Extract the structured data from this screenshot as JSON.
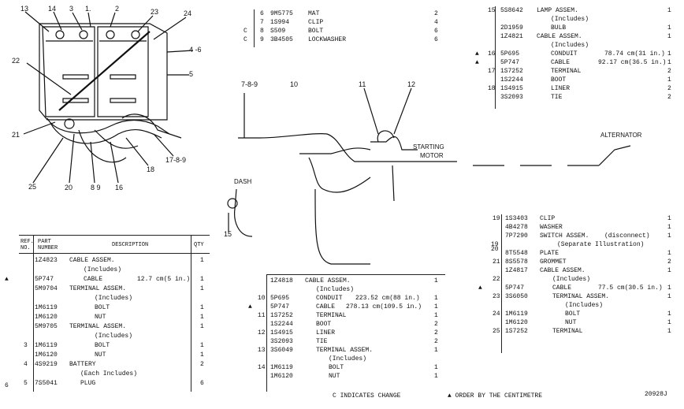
{
  "callouts": {
    "c13": "13",
    "c14": "14",
    "c3": "3",
    "c1": "1.",
    "c2": "2",
    "c23": "23",
    "c24": "24",
    "c4_6": "4 -6",
    "c5": "5",
    "c22": "22",
    "c21": "21",
    "c25": "25",
    "c20": "20",
    "c89": "8 9",
    "c16": "16",
    "c18": "18",
    "c17_8_9": "17-8-9",
    "c7_8_9": "7-8-9",
    "c10": "10",
    "c11": "11",
    "c12": "12",
    "c15": "15",
    "dash": "DASH",
    "starting_motor_1": "STARTING",
    "starting_motor_2": "MOTOR",
    "alternator": "ALTERNATOR"
  },
  "table_top_middle": {
    "rows": [
      {
        "mark": "",
        "ref": "6",
        "part": "9M5775",
        "desc": "MAT",
        "qty": "2"
      },
      {
        "mark": "",
        "ref": "7",
        "part": "1S994",
        "desc": "CLIP",
        "qty": "4"
      },
      {
        "mark": "C",
        "ref": "8",
        "part": "S509",
        "desc": "BOLT",
        "qty": "6"
      },
      {
        "mark": "C",
        "ref": "9",
        "part": "3B4505",
        "desc": "LOCKWASHER",
        "qty": "6"
      }
    ]
  },
  "table_top_right": {
    "rows": [
      {
        "ref": "15",
        "part": "5S8642",
        "desc": "LAMP ASSEM.",
        "qty": "1"
      },
      {
        "ref": "",
        "part": "",
        "desc": "(Includes)",
        "qty": ""
      },
      {
        "ref": "",
        "part": "2D1959",
        "desc": "BULB",
        "qty": "1"
      },
      {
        "ref": "",
        "part": "1Z4821",
        "desc": "CABLE ASSEM.",
        "qty": "1"
      },
      {
        "ref": "",
        "part": "",
        "desc": "(Includes)",
        "qty": ""
      },
      {
        "ref": "16",
        "part": "5P695",
        "desc": "CONDUIT",
        "note": "78.74 cm(31 in.)",
        "qty": "1"
      },
      {
        "ref": "",
        "part": "5P747",
        "desc": "CABLE",
        "note": "92.17 cm(36.5 in.)",
        "qty": "1"
      },
      {
        "ref": "17",
        "part": "1S7252",
        "desc": "TERMINAL",
        "qty": "2"
      },
      {
        "ref": "",
        "part": "1S2244",
        "desc": "BOOT",
        "qty": "1"
      },
      {
        "ref": "18",
        "part": "1S4915",
        "desc": "LINER",
        "qty": "2"
      },
      {
        "ref": "",
        "part": "3S2093",
        "desc": "TIE",
        "qty": "2"
      }
    ]
  },
  "table_left": {
    "header": {
      "ref": "REF. NO.",
      "part": "PART NUMBER",
      "desc": "DESCRIPTION",
      "qty": "QTY"
    },
    "rows": [
      {
        "mark": "",
        "ref": "",
        "part": "1Z4823",
        "desc": "CABLE ASSEM.",
        "qty": "1"
      },
      {
        "mark": "",
        "ref": "",
        "part": "",
        "desc": "(Includes)",
        "qty": ""
      },
      {
        "mark": "▲",
        "ref": "",
        "part": "5P747",
        "desc": "CABLE",
        "note": "12.7 cm(5 in.)",
        "qty": "1"
      },
      {
        "mark": "",
        "ref": "",
        "part": "5M9704",
        "desc": "TERMINAL ASSEM.",
        "qty": "1"
      },
      {
        "mark": "",
        "ref": "",
        "part": "",
        "desc": "(Includes)",
        "qty": ""
      },
      {
        "mark": "",
        "ref": "",
        "part": "1M6119",
        "desc": "BOLT",
        "qty": "1"
      },
      {
        "mark": "",
        "ref": "",
        "part": "1M6120",
        "desc": "NUT",
        "qty": "1"
      },
      {
        "mark": "",
        "ref": "",
        "part": "5M9705",
        "desc": "TERMINAL ASSEM.",
        "qty": "1"
      },
      {
        "mark": "",
        "ref": "",
        "part": "",
        "desc": "(Includes)",
        "qty": ""
      },
      {
        "mark": "",
        "ref": "3",
        "part": "1M6119",
        "desc": "BOLT",
        "qty": "1"
      },
      {
        "mark": "",
        "ref": "",
        "part": "1M6120",
        "desc": "NUT",
        "qty": "1"
      },
      {
        "mark": "",
        "ref": "4",
        "part": "4S9219",
        "desc": "BATTERY",
        "qty": "2"
      },
      {
        "mark": "",
        "ref": "",
        "part": "",
        "desc": "(Each Includes)",
        "qty": ""
      },
      {
        "mark": "",
        "ref": "5",
        "part": "7S5041",
        "desc": "PLUG",
        "qty": "6"
      }
    ],
    "left_index": "6"
  },
  "table_bottom_middle": {
    "rows": [
      {
        "mark": "",
        "ref": "",
        "part": "1Z4818",
        "desc": "CABLE ASSEM.",
        "qty": "1"
      },
      {
        "mark": "",
        "ref": "",
        "part": "",
        "desc": "(Includes)",
        "qty": ""
      },
      {
        "mark": "",
        "ref": "10",
        "part": "5P695",
        "desc": "CONDUIT",
        "note": "223.52 cm(88 in.)",
        "qty": "1"
      },
      {
        "mark": "▲",
        "ref": "",
        "part": "5P747",
        "desc": "CABLE",
        "note": "278.13 cm(109.5 in.)",
        "qty": "1"
      },
      {
        "mark": "",
        "ref": "11",
        "part": "1S7252",
        "desc": "TERMINAL",
        "qty": "1"
      },
      {
        "mark": "",
        "ref": "",
        "part": "1S2244",
        "desc": "BOOT",
        "qty": "2"
      },
      {
        "mark": "",
        "ref": "12",
        "part": "1S4915",
        "desc": "LINER",
        "qty": "2"
      },
      {
        "mark": "",
        "ref": "",
        "part": "3S2093",
        "desc": "TIE",
        "qty": "2"
      },
      {
        "mark": "",
        "ref": "13",
        "part": "3S6049",
        "desc": "TERMINAL ASSEM.",
        "qty": "1"
      },
      {
        "mark": "",
        "ref": "",
        "part": "",
        "desc": "(Includes)",
        "qty": ""
      },
      {
        "mark": "",
        "ref": "14",
        "part": "1M6119",
        "desc": "BOLT",
        "qty": "1"
      },
      {
        "mark": "",
        "ref": "",
        "part": "1M6120",
        "desc": "NUT",
        "qty": "1"
      }
    ]
  },
  "table_bottom_right": {
    "rows": [
      {
        "mark": "",
        "ref": "19",
        "part": "1S3403",
        "desc": "CLIP",
        "qty": "1"
      },
      {
        "mark": "",
        "ref": "",
        "part": "4B4278",
        "desc": "WASHER",
        "qty": "1"
      },
      {
        "mark": "",
        "ref": "20",
        "part": "7P7290",
        "desc": "SWITCH ASSEM.",
        "note": "(disconnect)",
        "qty": "1"
      },
      {
        "mark": "",
        "ref": "",
        "part": "",
        "desc": "(Separate Illustration)",
        "qty": ""
      },
      {
        "mark": "",
        "ref": "",
        "part": "8T5548",
        "desc": "PLATE",
        "qty": "1"
      },
      {
        "mark": "",
        "ref": "21",
        "part": "8S5578",
        "desc": "GROMMET",
        "qty": "2"
      },
      {
        "mark": "",
        "ref": "",
        "part": "1Z4817",
        "desc": "CABLE ASSEM.",
        "qty": "1"
      },
      {
        "mark": "",
        "ref": "22",
        "part": "",
        "desc": "(Includes)",
        "qty": ""
      },
      {
        "mark": "▲",
        "ref": "",
        "part": "5P747",
        "desc": "CABLE",
        "note": "77.5 cm(30.5 in.)",
        "qty": "1"
      },
      {
        "mark": "",
        "ref": "23",
        "part": "3S6050",
        "desc": "TERMINAL ASSEM.",
        "qty": "1"
      },
      {
        "mark": "",
        "ref": "",
        "part": "",
        "desc": "(Includes)",
        "qty": ""
      },
      {
        "mark": "",
        "ref": "24",
        "part": "1M6119",
        "desc": "BOLT",
        "qty": "1"
      },
      {
        "mark": "",
        "ref": "",
        "part": "1M6120",
        "desc": "NUT",
        "qty": "1"
      },
      {
        "mark": "",
        "ref": "25",
        "part": "1S7252",
        "desc": "TERMINAL",
        "qty": "1"
      }
    ]
  },
  "footer": {
    "change_note": "C INDICATES CHANGE",
    "order_note": "▲ ORDER BY THE CENTIMETRE",
    "drawing_no": "20928J"
  }
}
